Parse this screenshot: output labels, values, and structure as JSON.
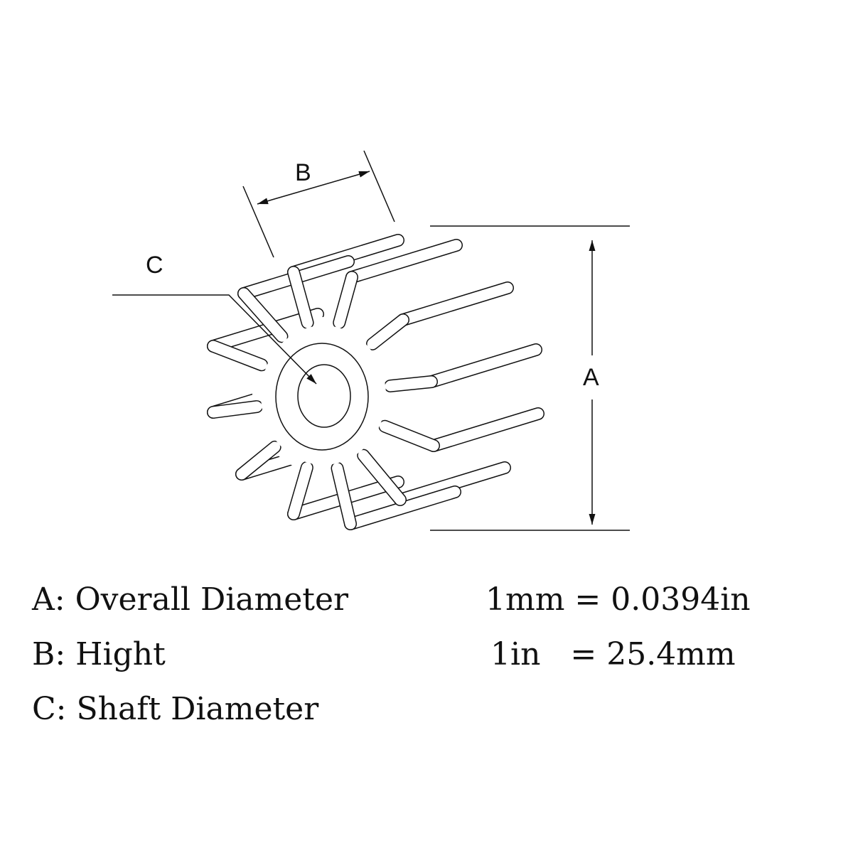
{
  "diagram": {
    "labels": {
      "a": "A",
      "b": "B",
      "c": "C"
    },
    "legend": [
      {
        "key": "A: Overall Diameter",
        "conversion": "1mm = 0.0394in"
      },
      {
        "key": "B: Hight",
        "conversion": "1in   = 25.4mm"
      },
      {
        "key": "C: Shaft Diameter",
        "conversion": ""
      }
    ],
    "colors": {
      "line": "#111111",
      "background": "#ffffff"
    }
  }
}
